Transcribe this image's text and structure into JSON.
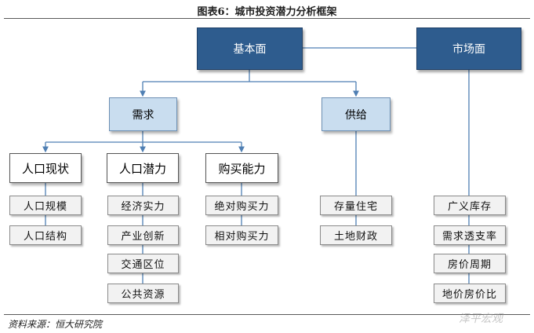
{
  "title": "图表6：城市投资潜力分析框架",
  "source": "资料来源：恒大研究院",
  "watermark": "泽平宏观",
  "nodes": {
    "fundamentals": "基本面",
    "market": "市场面",
    "demand": "需求",
    "supply": "供给",
    "population_status": "人口现状",
    "population_potential": "人口潜力",
    "purchasing_power": "购买能力",
    "population_scale": "人口规模",
    "population_structure": "人口结构",
    "economic_strength": "经济实力",
    "industrial_innovation": "产业创新",
    "transport_location": "交通区位",
    "public_resources": "公共资源",
    "absolute_purchasing_power": "绝对购买力",
    "relative_purchasing_power": "相对购买力",
    "housing_inventory": "存量住宅",
    "land_finance": "土地财政",
    "broad_inventory": "广义库存",
    "demand_overdraft_rate": "需求透支率",
    "price_cycle": "房价周期",
    "land_price_ratio": "地价房价比"
  }
}
